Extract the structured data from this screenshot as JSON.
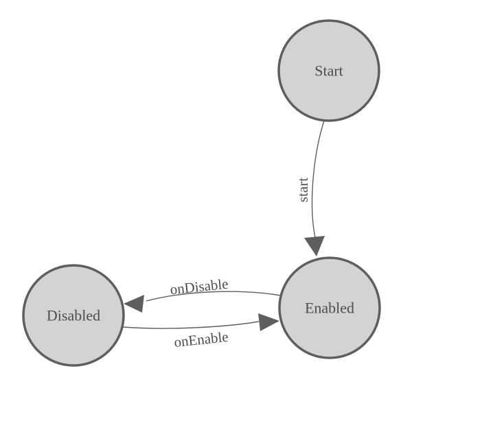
{
  "diagram": {
    "type": "state-machine",
    "colors": {
      "background": "#ffffff",
      "node_fill": "#d3d3d3",
      "node_border": "#5e5e5e",
      "edge_line": "#5e5e5e",
      "arrowhead": "#5e5e5e",
      "text": "#4d4d4d"
    },
    "nodes": [
      {
        "id": "start",
        "label": "Start"
      },
      {
        "id": "enabled",
        "label": "Enabled"
      },
      {
        "id": "disabled",
        "label": "Disabled"
      }
    ],
    "edges": [
      {
        "from": "Start",
        "to": "Enabled",
        "label": "start"
      },
      {
        "from": "Enabled",
        "to": "Disabled",
        "label": "onDisable"
      },
      {
        "from": "Disabled",
        "to": "Enabled",
        "label": "onEnable"
      }
    ]
  }
}
